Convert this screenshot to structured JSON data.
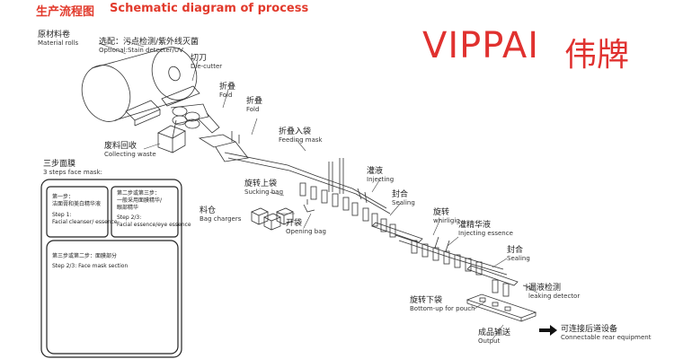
{
  "title": {
    "zh": "生产流程图",
    "en": "Schematic diagram of process"
  },
  "brand": {
    "name": "VIPPAI",
    "zh": "伟牌",
    "color": "#e0312f"
  },
  "accent_color": "#e23a2c",
  "labels": {
    "material_rolls": {
      "zh": "原材料卷",
      "en": "Material rolls"
    },
    "optional": {
      "zh": "选配：污点检测/紫外线灭菌",
      "en": "Optional:Stain detecter/UV"
    },
    "die_cutter": {
      "zh": "切刀",
      "en": "Die-cutter"
    },
    "fold1": {
      "zh": "折叠",
      "en": "Fold"
    },
    "fold2": {
      "zh": "折叠",
      "en": "Fold"
    },
    "collecting_waste": {
      "zh": "废料回收",
      "en": "Collecting waste"
    },
    "feeding_mask": {
      "zh": "折叠入袋",
      "en": "Feeding mask"
    },
    "sucking_bag": {
      "zh": "旋转上袋",
      "en": "Sucking bag"
    },
    "injecting": {
      "zh": "灌液",
      "en": "Injecting"
    },
    "sealing1": {
      "zh": "封合",
      "en": "Sealing"
    },
    "bag_chargers": {
      "zh": "料仓",
      "en": "Bag chargers"
    },
    "opening_bag": {
      "zh": "开袋",
      "en": "Opening bag"
    },
    "whirligig": {
      "zh": "旋转",
      "en": "whirligig"
    },
    "injecting_essence": {
      "zh": "灌精华液",
      "en": "Injecting essence"
    },
    "sealing2": {
      "zh": "封合",
      "en": "Sealing"
    },
    "leaking_detector": {
      "zh": "漏液检测",
      "en": "leaking detector"
    },
    "bottom_up": {
      "zh": "旋转下袋",
      "en": "Bottom-up for pouch"
    },
    "output": {
      "zh": "成品输送",
      "en": "Output"
    },
    "connectable": {
      "zh": "可连接后道设备",
      "en": "Connectable rear equipment"
    }
  },
  "three_steps": {
    "title_zh": "三步面膜",
    "title_en": "3 steps face mask:",
    "step1": {
      "line1": "第一步：",
      "line2": "洁面膏和美白精华液",
      "line3": "Step 1:",
      "line4": "Facial cleanser/ essence"
    },
    "step2": {
      "line1": "第二步或第三步：",
      "line2": "一般采用面膜精华/",
      "line3": "眼部精华",
      "line4": "Step 2/3:",
      "line5": "Facial essence/eye essence"
    },
    "step3": {
      "line1": "第三步或第二步：面膜部分",
      "line2": "Step 2/3: Face mask section"
    }
  }
}
